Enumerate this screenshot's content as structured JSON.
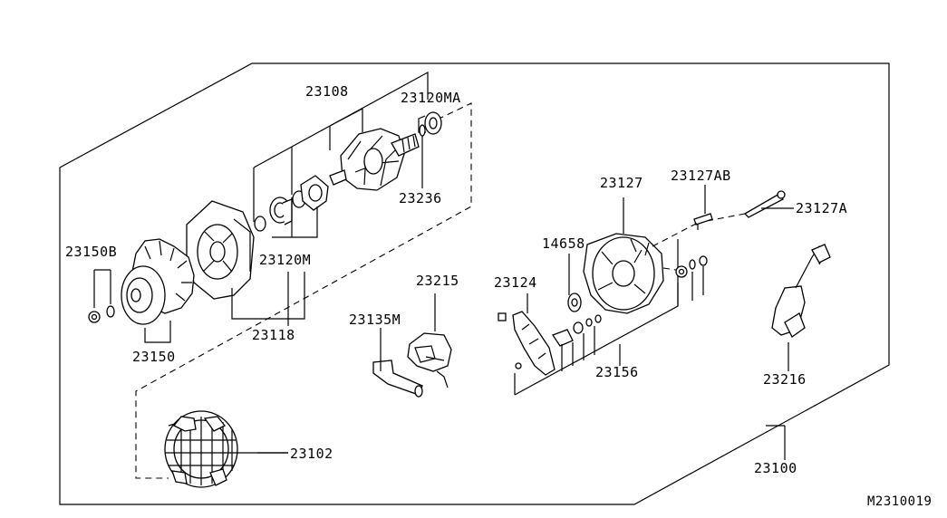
{
  "diagram_code": "M2310019",
  "parts": {
    "p23108": "23108",
    "p23120MA": "23120MA",
    "p23236": "23236",
    "p23150B": "23150B",
    "p23120M": "23120M",
    "p23150": "23150",
    "p23118": "23118",
    "p23102": "23102",
    "p23135M": "23135M",
    "p23215": "23215",
    "p23124": "23124",
    "p14658": "14658",
    "p23127": "23127",
    "p23127AB": "23127AB",
    "p23127A": "23127A",
    "p23156": "23156",
    "p23216": "23216",
    "p23100": "23100"
  }
}
